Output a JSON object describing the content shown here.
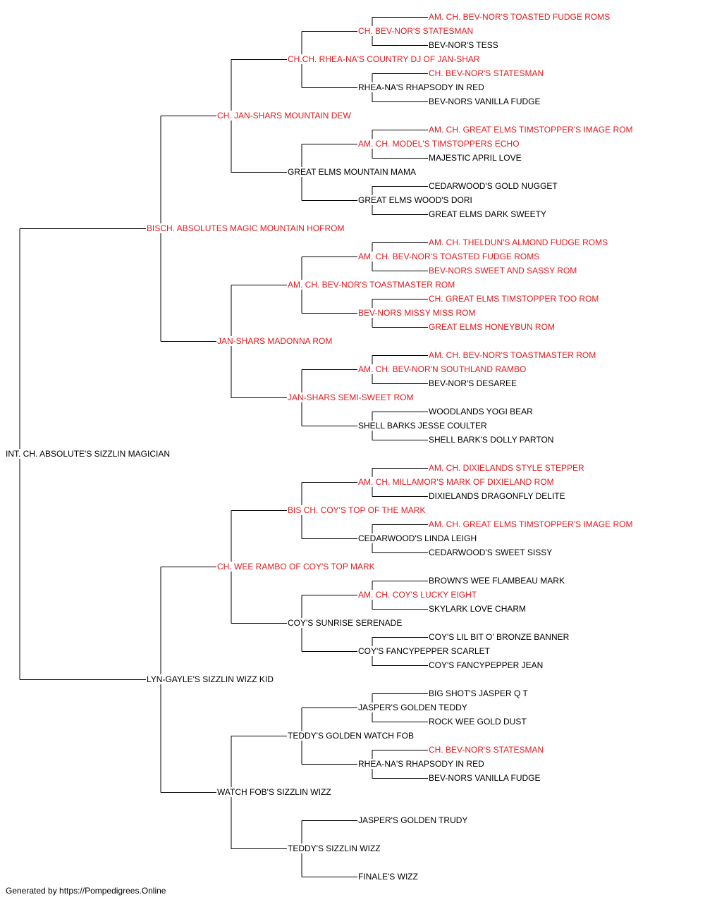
{
  "colors": {
    "champion_text": "#e8181c",
    "normal_text": "#000000",
    "lines": "#000000",
    "background": "#ffffff"
  },
  "pedigree": {
    "subject": {
      "name": "INT. CH. ABSOLUTE'S SIZZLIN MAGICIAN",
      "champion": false
    },
    "sire": {
      "name": "BISCH. ABSOLUTES MAGIC MOUNTAIN HOFROM",
      "champion": true
    },
    "dam": {
      "name": "LYN-GAYLE'S SIZZLIN WIZZ KID",
      "champion": false
    },
    "sire_sire": {
      "name": "CH. JAN-SHARS MOUNTAIN DEW",
      "champion": true
    },
    "sire_dam": {
      "name": "JAN-SHARS MADONNA ROM",
      "champion": true
    },
    "dam_sire": {
      "name": "CH. WEE RAMBO OF COY'S TOP MARK",
      "champion": true
    },
    "dam_dam": {
      "name": "WATCH FOB'S SIZZLIN WIZZ",
      "champion": false
    },
    "ss_sire": {
      "name": "CH.CH. RHEA-NA'S COUNTRY DJ OF JAN-SHAR",
      "champion": true
    },
    "ss_dam": {
      "name": "GREAT ELMS MOUNTAIN MAMA",
      "champion": false
    },
    "sd_sire": {
      "name": "AM. CH. BEV-NOR'S TOASTMASTER ROM",
      "champion": true
    },
    "sd_dam": {
      "name": "JAN-SHARS SEMI-SWEET ROM",
      "champion": true
    },
    "ds_sire": {
      "name": "BIS CH. COY'S TOP OF THE MARK",
      "champion": true
    },
    "ds_dam": {
      "name": "COY'S SUNRISE SERENADE",
      "champion": false
    },
    "dd_sire": {
      "name": "TEDDY'S GOLDEN WATCH FOB",
      "champion": false
    },
    "dd_dam": {
      "name": "TEDDY'S SIZZLIN WIZZ",
      "champion": false
    },
    "sss_sire": {
      "name": "CH. BEV-NOR'S STATESMAN",
      "champion": true
    },
    "sss_dam": {
      "name": "RHEA-NA'S RHAPSODY IN RED",
      "champion": false
    },
    "ssd_sire": {
      "name": "AM. CH. MODEL'S TIMSTOPPERS ECHO",
      "champion": true
    },
    "ssd_dam": {
      "name": "GREAT ELMS WOOD'S DORI",
      "champion": false
    },
    "sds_sire": {
      "name": "AM. CH. BEV-NOR'S TOASTED FUDGE ROMS",
      "champion": true
    },
    "sds_dam": {
      "name": "BEV-NORS MISSY MISS ROM",
      "champion": true
    },
    "sdd_sire": {
      "name": "AM. CH. BEV-NOR'N SOUTHLAND RAMBO",
      "champion": true
    },
    "sdd_dam": {
      "name": "SHELL BARKS JESSE COULTER",
      "champion": false
    },
    "dss_sire": {
      "name": "AM. CH. MILLAMOR'S MARK OF DIXIELAND ROM",
      "champion": true
    },
    "dss_dam": {
      "name": "CEDARWOOD'S LINDA LEIGH",
      "champion": false
    },
    "dsd_sire": {
      "name": "AM. CH. COY'S LUCKY EIGHT",
      "champion": true
    },
    "dsd_dam": {
      "name": "COY'S FANCYPEPPER SCARLET",
      "champion": false
    },
    "dds_sire": {
      "name": "JASPER'S GOLDEN TEDDY",
      "champion": false
    },
    "dds_dam": {
      "name": "RHEA-NA'S RHAPSODY IN RED",
      "champion": false
    },
    "ddd_sire": {
      "name": "JASPER'S GOLDEN TRUDY",
      "champion": false
    },
    "ddd_dam": {
      "name": "FINALE'S WIZZ",
      "champion": false
    },
    "ssss_sire": {
      "name": "AM. CH. BEV-NOR'S TOASTED FUDGE ROMS",
      "champion": true
    },
    "ssss_dam": {
      "name": "BEV-NOR'S TESS",
      "champion": false
    },
    "sssd_sire": {
      "name": "CH. BEV-NOR'S STATESMAN",
      "champion": true
    },
    "sssd_dam": {
      "name": "BEV-NORS VANILLA FUDGE",
      "champion": false
    },
    "ssds_sire": {
      "name": "AM. CH. GREAT ELMS TIMSTOPPER'S IMAGE ROM",
      "champion": true
    },
    "ssds_dam": {
      "name": "MAJESTIC APRIL LOVE",
      "champion": false
    },
    "ssdd_sire": {
      "name": "CEDARWOOD'S GOLD NUGGET",
      "champion": false
    },
    "ssdd_dam": {
      "name": "GREAT ELMS DARK SWEETY",
      "champion": false
    },
    "sdss_sire": {
      "name": "AM. CH. THELDUN'S ALMOND FUDGE ROMS",
      "champion": true
    },
    "sdss_dam": {
      "name": "BEV-NORS SWEET AND SASSY ROM",
      "champion": true
    },
    "sdsd_sire": {
      "name": "CH. GREAT ELMS TIMSTOPPER TOO ROM",
      "champion": true
    },
    "sdsd_dam": {
      "name": "GREAT ELMS HONEYBUN ROM",
      "champion": true
    },
    "sdds_sire": {
      "name": "AM. CH. BEV-NOR'S TOASTMASTER ROM",
      "champion": true
    },
    "sdds_dam": {
      "name": "BEV-NOR'S DESAREE",
      "champion": false
    },
    "sddd_sire": {
      "name": "WOODLANDS YOGI BEAR",
      "champion": false
    },
    "sddd_dam": {
      "name": "SHELL BARK'S DOLLY PARTON",
      "champion": false
    },
    "dsss_sire": {
      "name": "AM. CH. DIXIELANDS STYLE STEPPER",
      "champion": true
    },
    "dsss_dam": {
      "name": "DIXIELANDS DRAGONFLY DELITE",
      "champion": false
    },
    "dssd_sire": {
      "name": "AM. CH. GREAT ELMS TIMSTOPPER'S IMAGE ROM",
      "champion": true
    },
    "dssd_dam": {
      "name": "CEDARWOOD'S SWEET SISSY",
      "champion": false
    },
    "dsds_sire": {
      "name": "BROWN'S WEE FLAMBEAU MARK",
      "champion": false
    },
    "dsds_dam": {
      "name": "SKYLARK LOVE CHARM",
      "champion": false
    },
    "dsdd_sire": {
      "name": "COY'S LIL BIT O' BRONZE BANNER",
      "champion": false
    },
    "dsdd_dam": {
      "name": "COY'S FANCYPEPPER JEAN",
      "champion": false
    },
    "ddss_sire": {
      "name": "BIG SHOT'S JASPER Q T",
      "champion": false
    },
    "ddss_dam": {
      "name": "ROCK WEE GOLD DUST",
      "champion": false
    },
    "ddsd_sire": {
      "name": "CH. BEV-NOR'S STATESMAN",
      "champion": true
    },
    "ddsd_dam": {
      "name": "BEV-NORS VANILLA FUDGE",
      "champion": false
    }
  },
  "footer": {
    "text": "Generated by https://Pompedigrees.Online"
  }
}
